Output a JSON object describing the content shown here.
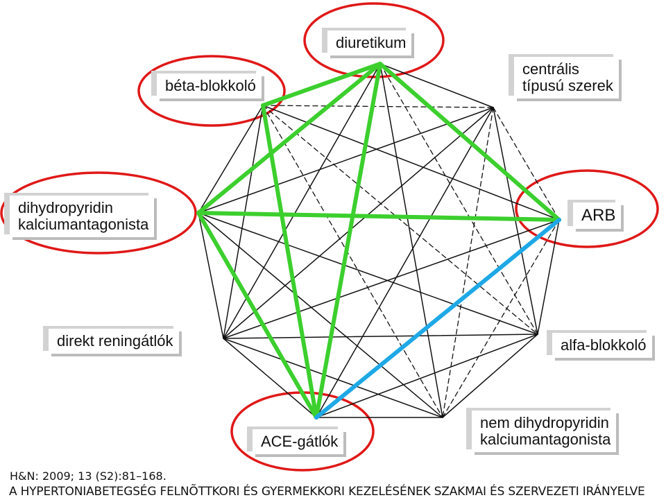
{
  "nodes": [
    {
      "id": "diuretikum",
      "label": "diuretikum",
      "highlighted": true
    },
    {
      "id": "beta",
      "label": "béta-blokkoló",
      "highlighted": true
    },
    {
      "id": "centralis",
      "label": "centrális típusú szerek",
      "highlighted": false
    },
    {
      "id": "dhp",
      "label": "dihydropyridin kalciumantagonista",
      "highlighted": true
    },
    {
      "id": "arb",
      "label": "ARB",
      "highlighted": true
    },
    {
      "id": "renin",
      "label": "direkt reningátlók",
      "highlighted": false
    },
    {
      "id": "alfa",
      "label": "alfa-blokkoló",
      "highlighted": false
    },
    {
      "id": "ace",
      "label": "ACE-gátlók",
      "highlighted": true
    },
    {
      "id": "nondhp",
      "label": "nem dihydropyridin kalciumantagonista",
      "highlighted": false
    }
  ],
  "labels": {
    "diuretikum": "diuretikum",
    "beta": "béta-blokkoló",
    "centralis_1": "centrális",
    "centralis_2": "típusú szerek",
    "dhp_1": "dihydropyridin",
    "dhp_2": "kalciumantagonista",
    "arb": "ARB",
    "renin": "direkt reningátlók",
    "alfa": "alfa-blokkoló",
    "ace": "ACE-gátlók",
    "nondhp_1": "nem dihydropyridin",
    "nondhp_2": "kalciumantagonista"
  },
  "edges": {
    "preferred": [
      [
        "beta",
        "diuretikum"
      ],
      [
        "diuretikum",
        "dhp"
      ],
      [
        "diuretikum",
        "arb"
      ],
      [
        "diuretikum",
        "ace"
      ],
      [
        "dhp",
        "arb"
      ],
      [
        "dhp",
        "ace"
      ],
      [
        "beta",
        "ace"
      ]
    ],
    "not_recommended": [
      [
        "arb",
        "ace"
      ]
    ],
    "possible_less_tested": [
      [
        "beta",
        "centralis"
      ],
      [
        "beta",
        "alfa"
      ],
      [
        "beta",
        "nondhp"
      ],
      [
        "diuretikum",
        "alfa"
      ],
      [
        "centralis",
        "arb"
      ],
      [
        "centralis",
        "nondhp"
      ],
      [
        "arb",
        "nondhp"
      ]
    ],
    "possible": [
      [
        "beta",
        "dhp"
      ],
      [
        "beta",
        "arb"
      ],
      [
        "beta",
        "renin"
      ],
      [
        "diuretikum",
        "centralis"
      ],
      [
        "diuretikum",
        "renin"
      ],
      [
        "diuretikum",
        "nondhp"
      ],
      [
        "centralis",
        "dhp"
      ],
      [
        "centralis",
        "renin"
      ],
      [
        "centralis",
        "ace"
      ],
      [
        "centralis",
        "alfa"
      ],
      [
        "dhp",
        "renin"
      ],
      [
        "dhp",
        "alfa"
      ],
      [
        "dhp",
        "nondhp"
      ],
      [
        "arb",
        "renin"
      ],
      [
        "arb",
        "alfa"
      ],
      [
        "renin",
        "ace"
      ],
      [
        "renin",
        "alfa"
      ],
      [
        "renin",
        "nondhp"
      ],
      [
        "ace",
        "alfa"
      ],
      [
        "ace",
        "nondhp"
      ],
      [
        "alfa",
        "nondhp"
      ]
    ]
  },
  "colors": {
    "preferred": "#3ccf2e",
    "not_recommended": "#1ea8e6",
    "possible": "#111111",
    "highlight_ring": "#e01818"
  },
  "citation": "H&N: 2009; 13 (S2):81–168.",
  "footer": "A HYPERTONIABETEGSÉG FELNÕTTKORI ÉS GYERMEKKORI KEZELÉSÉNEK SZAKMAI ÉS SZERVEZETI IRÁNYELVE"
}
